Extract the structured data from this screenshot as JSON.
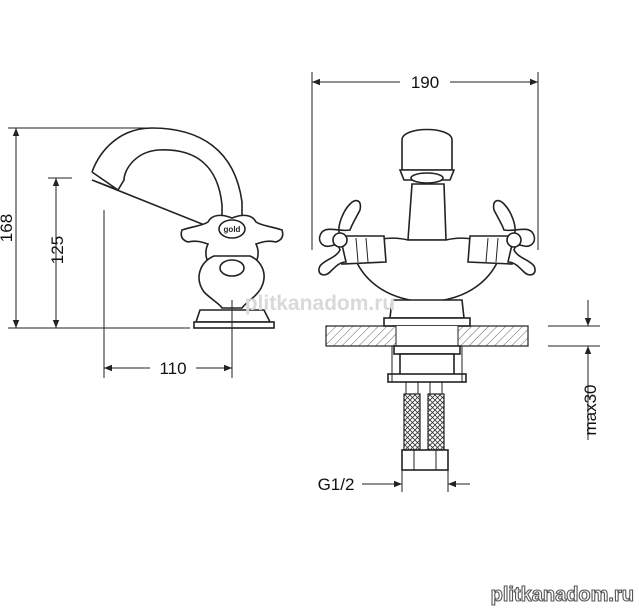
{
  "dimensions": {
    "width_overall": "190",
    "height_total": "168",
    "height_spout": "125",
    "spout_reach": "110",
    "max_counter_thickness": "max30",
    "thread_size": "G1/2"
  },
  "badge_text": "gold",
  "watermarks": {
    "center": "plitkanadom.ru",
    "corner": "plitkanadom.ru"
  },
  "colors": {
    "line": "#222222",
    "hatch": "#666666",
    "watermark": "#d9d9d9"
  }
}
